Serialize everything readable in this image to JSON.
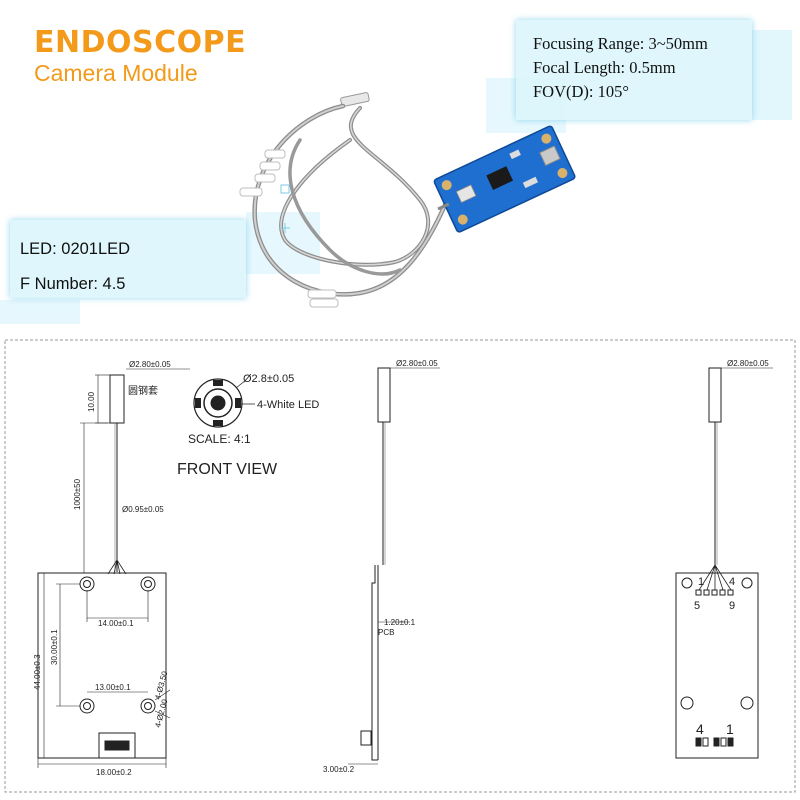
{
  "header": {
    "title_line1": "ENDOSCOPE",
    "title_line2": "Camera Module",
    "brand_color": "#f39a1b"
  },
  "specs_right": [
    "Focusing Range: 3~50mm",
    "Focal Length: 0.5mm",
    "FOV(D): 105°"
  ],
  "specs_left": [
    "LED: 0201LED",
    "F Number: 4.5"
  ],
  "drawing": {
    "left_view": {
      "tube_diameter": "Ø2.80±0.05",
      "tube_length": "10.00",
      "tube_note": "圆钢套",
      "cable_length": "1000±50",
      "cable_diameter": "Ø0.95±0.05",
      "hole_spacing_top": "14.00±0.1",
      "hole_spacing_vertical": "30.00±0.1",
      "board_height": "44.00±0.3",
      "hole_spacing_bottom": "13.00±0.1",
      "big_holes": "4-Ø3.50",
      "small_holes": "4-Ø2.00",
      "board_width": "18.00±0.2"
    },
    "front_view": {
      "diameter": "Ø2.8±0.05",
      "led_label": "4-White LED",
      "scale": "SCALE: 4:1",
      "title": "FRONT VIEW"
    },
    "side_view": {
      "tube_diameter": "Ø2.80±0.05",
      "pcb_thickness": "1.20±0.1",
      "pcb_label": "PCB",
      "connector_height": "3.00±0.2"
    },
    "right_view": {
      "tube_diameter": "Ø2.80±0.05",
      "pin_top_left": "1",
      "pin_top_right": "4",
      "pin_bottom_left": "5",
      "pin_bottom_right": "9",
      "pin_label_4": "4",
      "pin_label_1": "1"
    }
  }
}
